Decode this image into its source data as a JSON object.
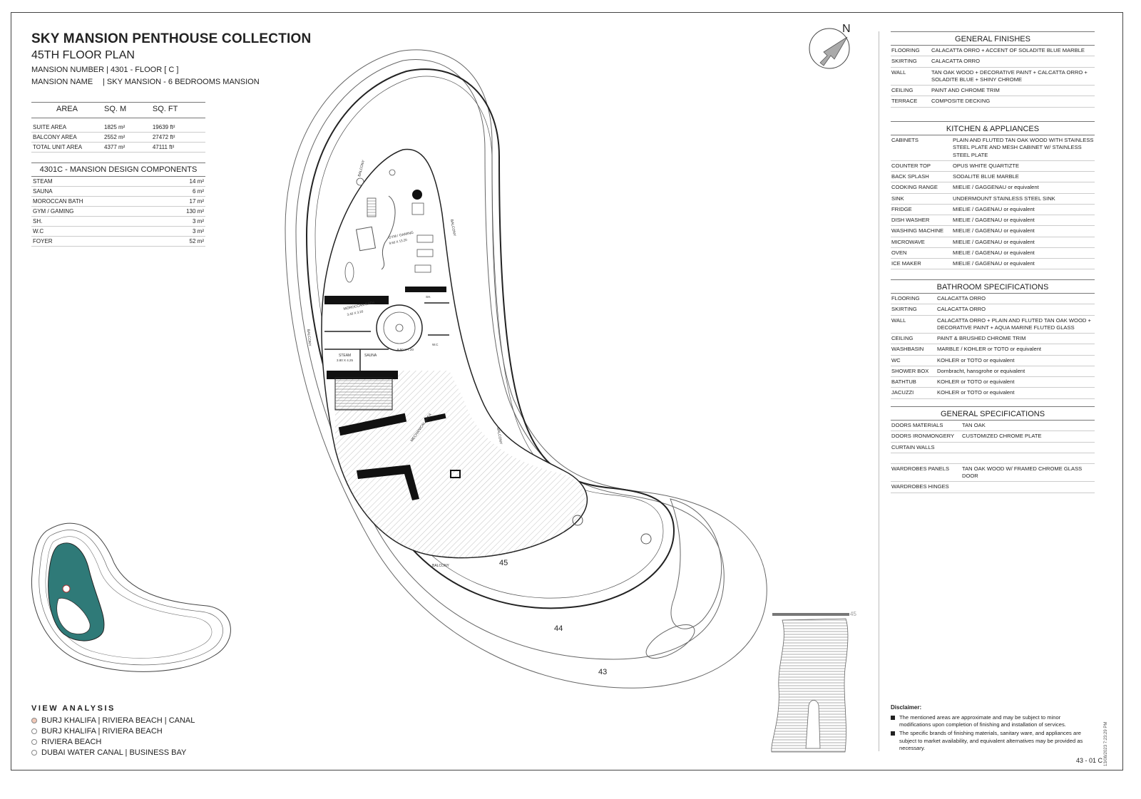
{
  "header": {
    "title": "SKY MANSION PENTHOUSE COLLECTION",
    "subtitle": "45TH FLOOR PLAN",
    "mansion_number_label": "MANSION NUMBER",
    "mansion_number": "| 4301 - FLOOR [ C ]",
    "mansion_name_label": "MANSION NAME",
    "mansion_name": "| SKY MANSION - 6 BEDROOMS MANSION"
  },
  "area_table": {
    "headers": [
      "AREA",
      "SQ. M",
      "SQ. FT"
    ],
    "rows": [
      [
        "SUITE AREA",
        "1825 m²",
        "19639 ft²"
      ],
      [
        "BALCONY AREA",
        "2552 m²",
        "27472 ft²"
      ],
      [
        "TOTAL UNIT AREA",
        "4377 m²",
        "47111 ft²"
      ]
    ]
  },
  "components": {
    "title": "4301C - MANSION DESIGN COMPONENTS",
    "rows": [
      [
        "STEAM",
        "14 m²"
      ],
      [
        "SAUNA",
        "6 m²"
      ],
      [
        "MOROCCAN BATH",
        "17 m²"
      ],
      [
        "GYM / GAMING",
        "130 m²"
      ],
      [
        "SH.",
        "3 m²"
      ],
      [
        "W.C",
        "3 m²"
      ],
      [
        "FOYER",
        "52 m²"
      ]
    ]
  },
  "general_finishes": {
    "title": "GENERAL FINISHES",
    "rows": [
      [
        "FLOORING",
        "CALACATTA ORRO + ACCENT OF SOLADITE BLUE MARBLE"
      ],
      [
        "SKIRTING",
        "CALACATTA ORRO"
      ],
      [
        "WALL",
        "TAN OAK WOOD + DECORATIVE PAINT + CALCATTA ORRO + SOLADITE BLUE + SHINY CHROME"
      ],
      [
        "CEILING",
        "PAINT AND CHROME TRIM"
      ],
      [
        "TERRACE",
        "COMPOSITE DECKING"
      ]
    ]
  },
  "kitchen": {
    "title": "KITCHEN & APPLIANCES",
    "rows": [
      [
        "CABINETS",
        "PLAIN AND FLUTED TAN OAK WOOD WITH STAINLESS STEEL PLATE AND MESH CABINET W/ STAINLESS STEEL PLATE"
      ],
      [
        "COUNTER TOP",
        "OPUS WHITE QUARTIZTE"
      ],
      [
        "BACK SPLASH",
        "SODALITE BLUE MARBLE"
      ],
      [
        "COOKING RANGE",
        "MIELIE / GAGGENAU or equivalent"
      ],
      [
        "SINK",
        "UNDERMOUNT STAINLESS STEEL SINK"
      ],
      [
        "FRIDGE",
        "MIELIE / GAGENAU or equivalent"
      ],
      [
        "DISH WASHER",
        "MIELIE / GAGENAU or equivalent"
      ],
      [
        "WASHING MACHINE",
        "MIELIE / GAGENAU or equivalent"
      ],
      [
        "MICROWAVE",
        "MIELIE / GAGENAU or equivalent"
      ],
      [
        "OVEN",
        "MIELIE / GAGENAU or equivalent"
      ],
      [
        "ICE MAKER",
        "MIELIE / GAGENAU or equivalent"
      ]
    ]
  },
  "bathroom": {
    "title": "BATHROOM SPECIFICATIONS",
    "rows": [
      [
        "FLOORING",
        "CALACATTA ORRO"
      ],
      [
        "SKIRTING",
        "CALACATTA ORRO"
      ],
      [
        "WALL",
        "CALACATTA ORRO + PLAIN AND FLUTED TAN OAK WOOD + DECORATIVE PAINT + AQUA MARINE FLUTED GLASS"
      ],
      [
        "CEILING",
        "PAINT & BRUSHED CHROME TRIM"
      ],
      [
        "WASHBASIN",
        "MARBLE / KOHLER or TOTO or equivalent"
      ],
      [
        "WC",
        "KOHLER or TOTO or equivalent"
      ],
      [
        "SHOWER BOX",
        "Dornbracht, hansgrohe or equivalent"
      ],
      [
        "BATHTUB",
        "KOHLER or TOTO or equivalent"
      ],
      [
        "JACUZZI",
        "KOHLER or TOTO or equivalent"
      ]
    ]
  },
  "general_specs": {
    "title": "GENERAL SPECIFICATIONS",
    "rows": [
      [
        "DOORS MATERIALS",
        "TAN OAK"
      ],
      [
        "DOORS IRONMONGERY",
        "CUSTOMIZED CHROME PLATE"
      ],
      [
        "CURTAIN WALLS",
        ""
      ],
      [
        "",
        ""
      ],
      [
        "WARDROBES PANELS",
        "TAN OAK WOOD W/ FRAMED CHROME GLASS DOOR"
      ],
      [
        "WARDROBES HINGES",
        ""
      ]
    ]
  },
  "view_analysis": {
    "title": "VIEW ANALYSIS",
    "items": [
      {
        "label": "BURJ KHALIFA | RIVIERA BEACH | CANAL",
        "selected": true
      },
      {
        "label": "BURJ KHALIFA | RIVIERA BEACH",
        "selected": false
      },
      {
        "label": "RIVIERA BEACH",
        "selected": false
      },
      {
        "label": "DUBAI WATER CANAL | BUSINESS BAY",
        "selected": false
      }
    ]
  },
  "disclaimer": {
    "title": "Disclaimer:",
    "items": [
      "The mentioned areas are approximate and may be subject to minor modifications upon completion of finishing and installation of services.",
      "The specific brands of finishing materials, sanitary ware, and appliances are subject to market availability, and equivalent alternatives may be provided as necessary."
    ]
  },
  "plan": {
    "compass": "N",
    "floor_labels": [
      "45",
      "44",
      "43"
    ],
    "section_label": "45",
    "rooms": {
      "balcony": "BALCONY",
      "gym": "GYM / GAMING",
      "gym_dim": "9.60 X 13.20",
      "moroccan": "MOROCCAN BATH",
      "moroccan_dim": "3.40 X 3.20",
      "steam": "STEAM",
      "steam_dim": "3.80 X 4.25",
      "sauna": "SAUNA",
      "foyer_dim": "8.50 X 7.20",
      "wc": "W.C",
      "sh": "SH.",
      "mechanical": "MECHANICAL AREA"
    }
  },
  "page_number": "43 - 01 C",
  "timestamp": "13/08/2023 7:23:29 PM",
  "colors": {
    "accent": "#2f7a78",
    "view_selected": "#f2c9b8"
  }
}
